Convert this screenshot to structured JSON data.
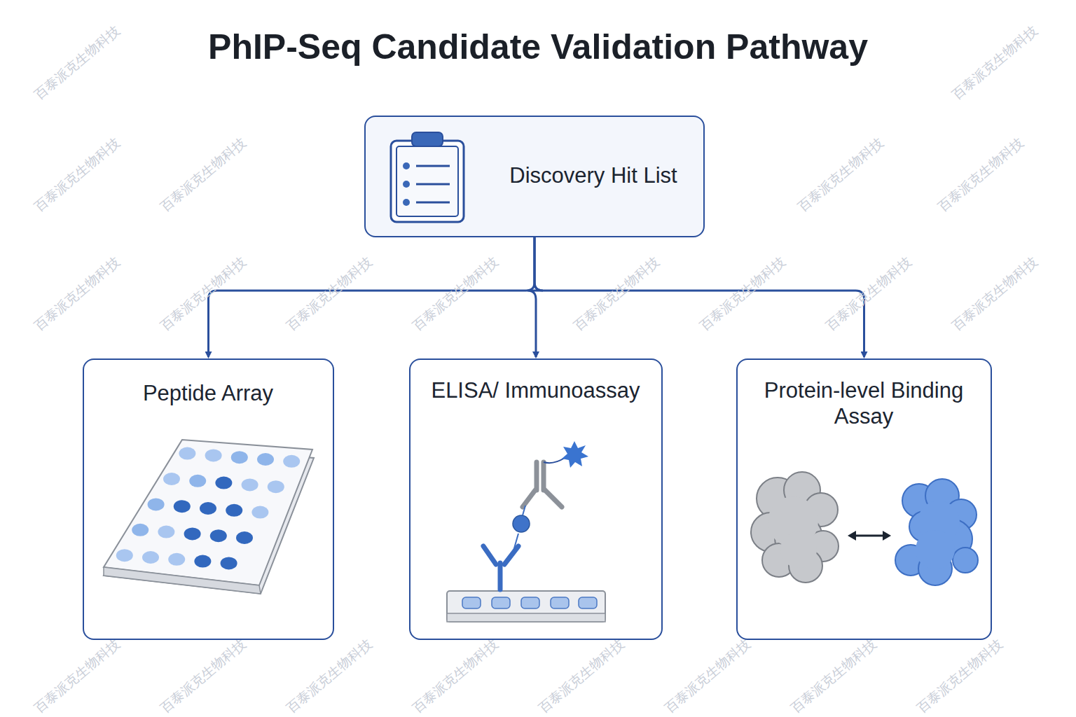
{
  "diagram": {
    "title": "PhIP-Seq Candidate Validation Pathway",
    "nodes": [
      {
        "text": [
          "Discovery Hit List"
        ]
      },
      {
        "text": [
          "Peptide Array"
        ]
      },
      {
        "text": [
          "ELISA/ Immunoassay"
        ]
      },
      {
        "text": [
          "Protein-level Binding Assay"
        ]
      }
    ],
    "edges": [
      {
        "from": 0,
        "to": 1,
        "arrow": "to"
      },
      {
        "from": 0,
        "to": 2,
        "arrow": "to"
      },
      {
        "from": 0,
        "to": 3,
        "arrow": "to"
      }
    ],
    "labels": [
      "百泰派克生物科技",
      "百泰派克生物科技",
      "百泰派克生物科技",
      "百泰派克生物科技",
      "百泰派克生物科技",
      "百泰派克生物科技",
      "百泰派克生物科技",
      "百泰派克生物科技",
      "百泰派克生物科技",
      "百泰派克生物科技",
      "百泰派克生物科技",
      "百泰派克生物科技",
      "百泰派克生物科技",
      "百泰派克生物科技",
      "百泰派克生物科技",
      "百泰派克生物科技",
      "百泰派克生物科技",
      "百泰派克生物科技",
      "百泰派克生物科技",
      "百泰派克生物科技",
      "百泰派克生物科技",
      "百泰派克生物科技"
    ]
  }
}
